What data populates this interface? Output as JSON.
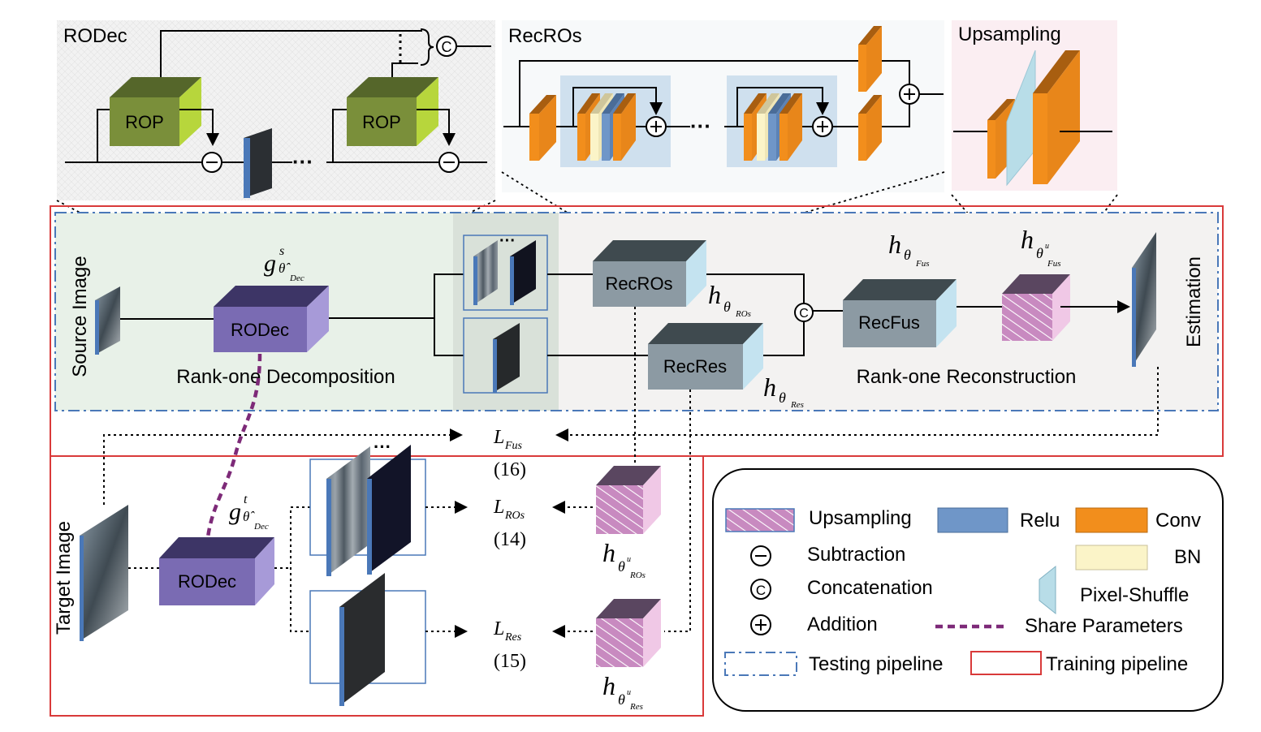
{
  "top_panels": {
    "rodec_title": "RODec",
    "rop_label": "ROP",
    "recros_title": "RecROs",
    "upsampling_title": "Upsampling",
    "concat_symbol": "©",
    "subtract_symbol": "⊖",
    "add_symbol": "⊕",
    "dots": "······"
  },
  "testing": {
    "source_image_label": "Source Image",
    "estimation_label": "Estimation",
    "rodec_block": "RODec",
    "recros_block": "RecROs",
    "recres_block": "RecRes",
    "recfus_block": "RecFus",
    "decomposition_caption": "Rank-one Decomposition",
    "reconstruction_caption": "Rank-one Reconstruction",
    "g_source": {
      "main": "g",
      "sup": "s",
      "sub": "θ̂",
      "subsub": "Dec"
    },
    "h_ros": {
      "main": "h",
      "sub": "θ",
      "subsub": "ROs"
    },
    "h_res": {
      "main": "h",
      "sub": "θ",
      "subsub": "Res"
    },
    "h_fus": {
      "main": "h",
      "sub": "θ",
      "subsub": "Fus"
    },
    "h_fus_u": {
      "main": "h",
      "sub": "θ",
      "sup2": "u",
      "subsub": "Fus"
    }
  },
  "training": {
    "target_image_label": "Target Image",
    "rodec_block": "RODec",
    "g_target": {
      "main": "g",
      "sup": "t",
      "sub": "θ̂",
      "subsub": "Dec"
    },
    "h_ros_u": {
      "main": "h",
      "sub": "θ",
      "sup2": "u",
      "subsub": "ROs"
    },
    "h_res_u": {
      "main": "h",
      "sub": "θ",
      "sup2": "u",
      "subsub": "Res"
    },
    "losses": [
      {
        "name": "L",
        "sub": "Fus",
        "eq": "(16)"
      },
      {
        "name": "L",
        "sub": "ROs",
        "eq": "(14)"
      },
      {
        "name": "L",
        "sub": "Res",
        "eq": "(15)"
      }
    ]
  },
  "legend": {
    "upsampling": "Upsampling",
    "relu": "Relu",
    "conv": "Conv",
    "subtraction": "Subtraction",
    "bn": "BN",
    "concatenation": "Concatenation",
    "pixel_shuffle": "Pixel-Shuffle",
    "addition": "Addition",
    "share_parameters": "Share Parameters",
    "testing_pipeline": "Testing pipeline",
    "training_pipeline": "Training pipeline"
  },
  "colors": {
    "rop_green": "#7a8f3a",
    "rop_light": "#b7d63c",
    "rodec_purple": "#7a6bb3",
    "gray_block": "#8c9aa3",
    "conv_orange": "#f28e1c",
    "relu_blue": "#6f96c8",
    "bn_cream": "#fbf4c8",
    "upsample_pink": "#d9a6d3",
    "pixshuffle_blue": "#b8dde8",
    "testing_border": "#4a78b8",
    "training_border": "#d93a3a",
    "share_purple": "#7d2a78"
  }
}
